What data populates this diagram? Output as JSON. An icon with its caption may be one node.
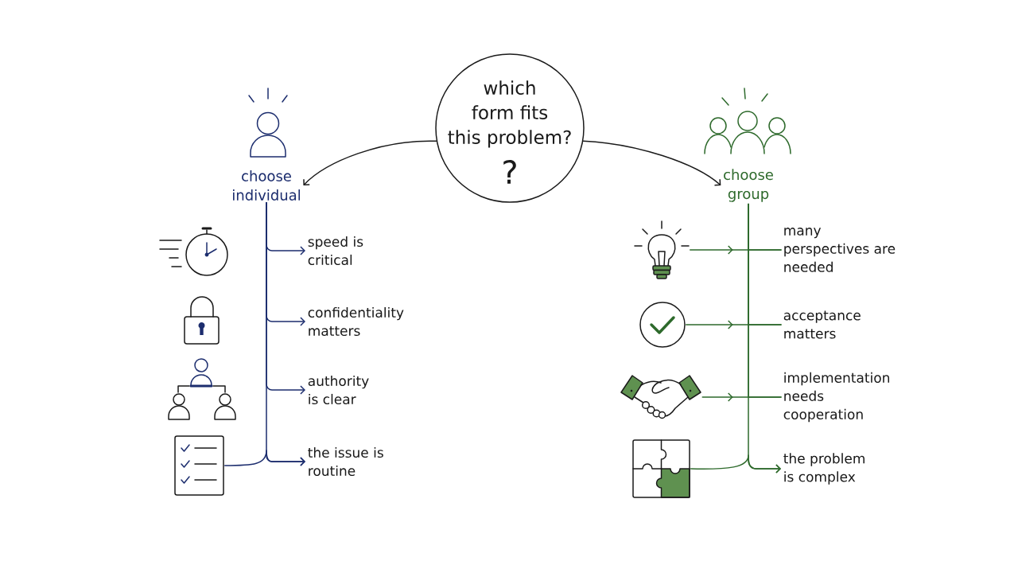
{
  "diagram": {
    "nodes": [
      {
        "text": [
          "which form fits this problem?",
          "?"
        ]
      },
      {
        "text": [
          "choose individual"
        ]
      },
      {
        "text": [
          "choose group"
        ]
      },
      {
        "text": [],
        "shape": "picture"
      },
      {
        "text": [
          "speed is critical"
        ]
      },
      {
        "text": [],
        "shape": "picture"
      },
      {
        "text": [
          "confidentiality matters"
        ]
      },
      {
        "text": [],
        "shape": "picture"
      },
      {
        "text": [
          "authority is clear"
        ]
      },
      {
        "text": [],
        "shape": "picture"
      },
      {
        "text": [
          "the issue is routine"
        ]
      },
      {
        "text": [],
        "shape": "picture"
      },
      {
        "text": [
          "many perspectives are needed"
        ]
      },
      {
        "text": [],
        "shape": "picture"
      },
      {
        "text": [
          "acceptance matters"
        ]
      },
      {
        "text": [],
        "shape": "picture"
      },
      {
        "text": [
          "implementation needs cooperation"
        ]
      },
      {
        "text": [],
        "shape": "picture"
      },
      {
        "text": [
          "the problem is complex"
        ]
      }
    ],
    "edges": [
      {
        "from": 0,
        "to": 1,
        "arrow": "to",
        "color": "#1a1a1a"
      },
      {
        "from": 0,
        "to": 2,
        "arrow": "to",
        "color": "#1a1a1a"
      },
      {
        "from": 1,
        "to": 4,
        "arrow": "to",
        "color": "#1c2d6e"
      },
      {
        "from": 1,
        "to": 6,
        "arrow": "to",
        "color": "#1c2d6e"
      },
      {
        "from": 1,
        "to": 8,
        "arrow": "to",
        "color": "#1c2d6e"
      },
      {
        "from": 1,
        "to": 10,
        "arrow": "to",
        "color": "#1c2d6e"
      },
      {
        "from": 9,
        "to": 10,
        "arrow": "to",
        "color": "#1c2d6e"
      },
      {
        "from": 2,
        "to": 12,
        "arrow": "none"
      },
      {
        "from": 2,
        "to": 14,
        "arrow": "none"
      },
      {
        "from": 2,
        "to": 16,
        "arrow": "none"
      },
      {
        "from": 2,
        "to": 18,
        "arrow": "to"
      },
      {
        "from": 11,
        "to": 12,
        "arrow": "to"
      },
      {
        "from": 13,
        "to": 14,
        "arrow": "to"
      },
      {
        "from": 15,
        "to": 16,
        "arrow": "to"
      },
      {
        "from": 17,
        "to": 18,
        "arrow": "to"
      }
    ]
  }
}
